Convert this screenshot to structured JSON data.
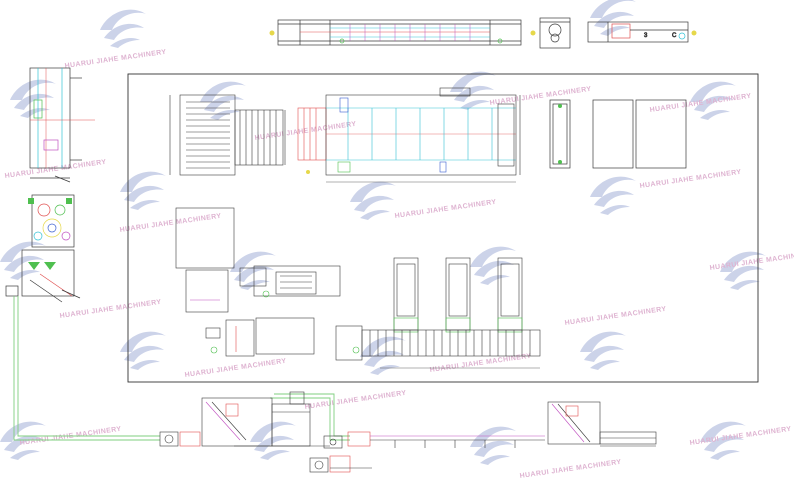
{
  "watermark": {
    "text": "HUARUI JIAHE MACHINERY",
    "logo_color": "#c3cbe6",
    "text_color": "#d9a6c9"
  },
  "top_view_labels": {
    "unit_one": "3",
    "unit_two": "C"
  },
  "colors": {
    "line": "#3a3a3a",
    "cyan": "#33c2d6",
    "green": "#4fbf4f",
    "red": "#e05050",
    "magenta": "#c050c0",
    "yellow": "#e6d84a",
    "blue": "#3a5fd0"
  }
}
